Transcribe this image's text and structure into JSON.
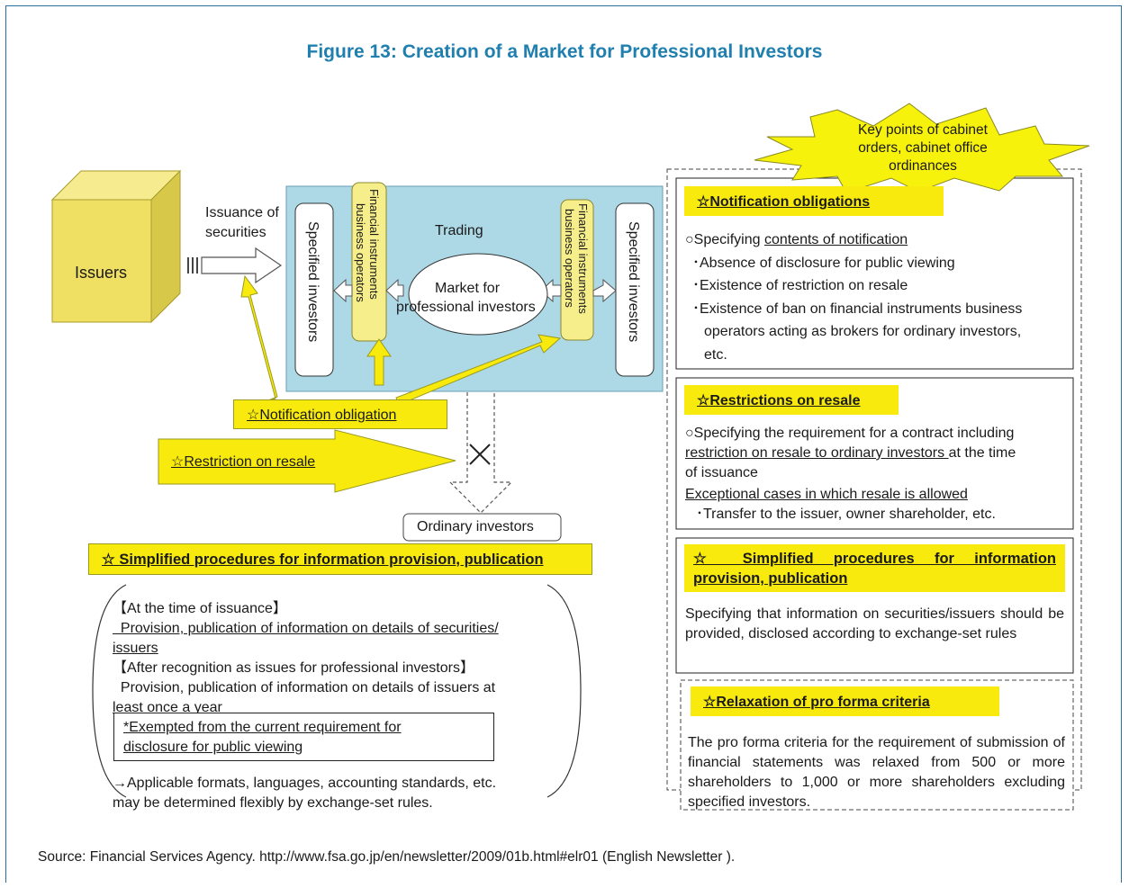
{
  "figure": {
    "title": "Figure 13: Creation of a Market for Professional Investors",
    "source": "Source: Financial Services Agency. http://www.fsa.go.jp/en/newsletter/2009/01b.html#elr01 (English  Newsletter )."
  },
  "diagram": {
    "issuers": "Issuers",
    "issuance_line1": "Issuance of",
    "issuance_line2": "securities",
    "specified_investors": "Specified investors",
    "fi_operators_line1": "Financial instruments",
    "fi_operators_line2": "business operators",
    "trading": "Trading",
    "market_line1": "Market for",
    "market_line2": "professional investors",
    "ordinary_investors": "Ordinary investors",
    "cross_mark": "×",
    "notification_label": "☆Notification obligation",
    "restriction_label": "☆Restriction on resale",
    "simplified_label": "☆ Simplified procedures for information provision, publication"
  },
  "bottom_box": {
    "heading1": "【At the time of issuance】",
    "line1a": "  Provision, publication of information on details of securities/",
    "line1b": "issuers",
    "heading2": "【After recognition as issues for professional investors】",
    "line2a": "  Provision, publication of information on details of issuers at",
    "line2b": "least once a year",
    "exempt_a": "*Exempted from the current requirement for",
    "exempt_b": "disclosure for public viewing",
    "note_a": "→Applicable formats, languages, accounting standards, etc.",
    "note_b": "may be determined flexibly by exchange-set rules."
  },
  "key_points": {
    "star_line1": "Key points of  cabinet",
    "star_line2": "orders, cabinet office",
    "star_line3": "ordinances",
    "notification": {
      "title": "☆Notification obligations",
      "spec_prefix": "○Specifying ",
      "spec_underlined": "contents of notification",
      "bullet1": "･Absence of disclosure for public viewing",
      "bullet2": "･Existence of restriction on resale",
      "bullet3a": "･Existence of ban on financial instruments business",
      "bullet3b": "operators acting as brokers for ordinary investors,",
      "bullet3c": "etc."
    },
    "restrictions": {
      "title": "☆Restrictions on resale",
      "line1": "○Specifying the requirement for a contract including",
      "line2_underlined": "restriction on resale to ordinary investors ",
      "line2_rest": "at the time",
      "line3": "of issuance",
      "exceptional": "Exceptional cases in which resale is allowed",
      "bullet": "･Transfer to the issuer, owner shareholder, etc."
    },
    "simplified": {
      "title_line1": "☆ Simplified procedures for information",
      "title_line2": "provision, publication",
      "body": "Specifying that information on securities/issuers should be provided, disclosed according to exchange-set rules"
    },
    "relaxation": {
      "title": "☆Relaxation of pro forma criteria",
      "body": "The pro forma criteria for the requirement of submission of financial statements was relaxed from 500 or more shareholders to 1,000 or more shareholders excluding specified investors."
    }
  },
  "colors": {
    "title_blue": "#1f7fae",
    "highlight_yellow": "#f7ea0c",
    "market_bg": "#add8e6",
    "cube_yellow": "#f2e26a"
  }
}
